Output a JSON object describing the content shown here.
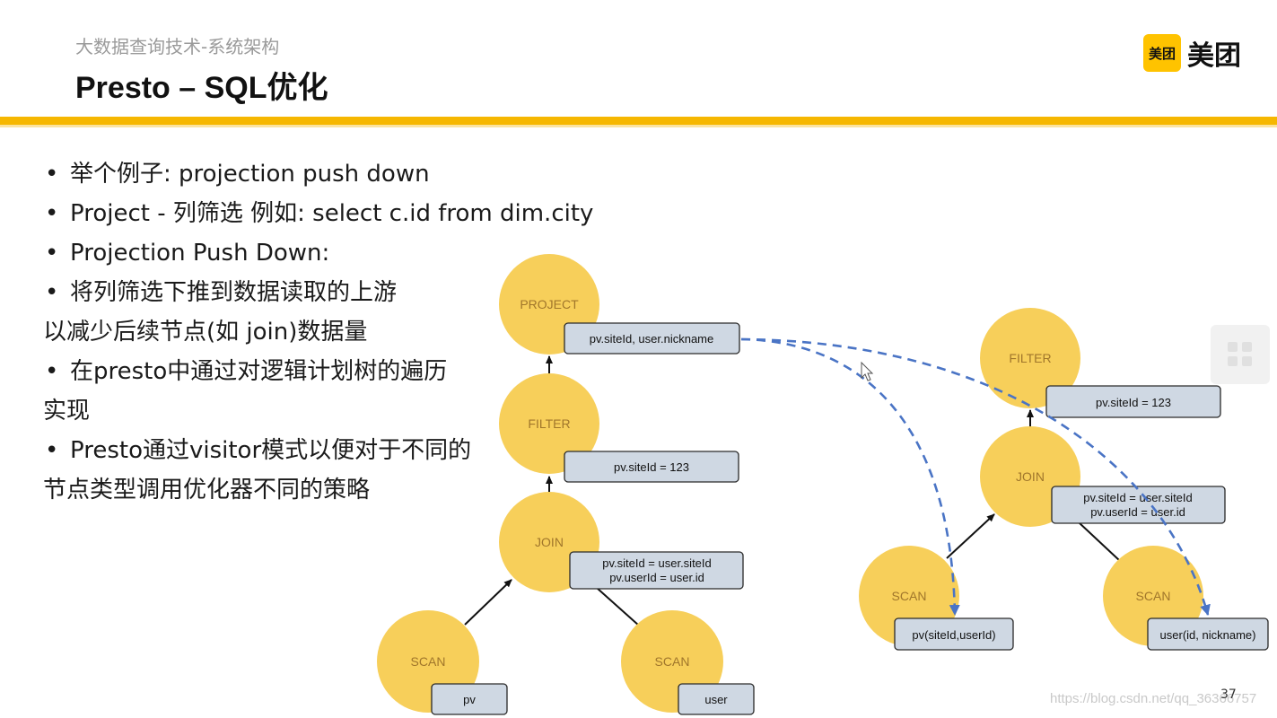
{
  "header": {
    "subtitle": "大数据查询技术-系统架构",
    "title": "Presto – SQL优化",
    "logo_badge": "美团",
    "logo_text": "美团"
  },
  "bullets": [
    {
      "bullet": "•",
      "text": "举个例子: projection push down"
    },
    {
      "bullet": "•",
      "text": "Project - 列筛选 例如: select c.id from dim.city"
    },
    {
      "bullet": "•",
      "text": "Projection Push Down:"
    },
    {
      "bullet": "•",
      "text": "将列筛选下推到数据读取的上游"
    },
    {
      "bullet": "",
      "text": "以减少后续节点(如 join)数据量"
    },
    {
      "bullet": "•",
      "text": "在presto中通过对逻辑计划树的遍历"
    },
    {
      "bullet": "",
      "text": "实现"
    },
    {
      "bullet": "•",
      "text": "Presto通过visitor模式以便对于不同的"
    },
    {
      "bullet": "",
      "text": "节点类型调用优化器不同的策略"
    }
  ],
  "left_tree": {
    "project": {
      "label": "PROJECT",
      "box": [
        "pv.siteId, user.nickname"
      ]
    },
    "filter": {
      "label": "FILTER",
      "box": [
        "pv.siteId = 123"
      ]
    },
    "join": {
      "label": "JOIN",
      "box": [
        "pv.siteId = user.siteId",
        "pv.userId = user.id"
      ]
    },
    "scan_left": {
      "label": "SCAN",
      "box": [
        "pv"
      ]
    },
    "scan_right": {
      "label": "SCAN",
      "box": [
        "user"
      ]
    }
  },
  "right_tree": {
    "filter": {
      "label": "FILTER",
      "box": [
        "pv.siteId = 123"
      ]
    },
    "join": {
      "label": "JOIN",
      "box": [
        "pv.siteId = user.siteId",
        "pv.userId = user.id"
      ]
    },
    "scan_left": {
      "label": "SCAN",
      "box": [
        "pv(siteId,userId)"
      ]
    },
    "scan_right": {
      "label": "SCAN",
      "box": [
        "user(id, nickname)"
      ]
    }
  },
  "colors": {
    "node_fill": "#f7cf5a",
    "box_fill": "#cfd8e3",
    "box_stroke": "#2a2a2a",
    "pushdown_arrow": "#4a74c5",
    "accent_bar": "#f6b700"
  },
  "footer": {
    "page_number": "37",
    "watermark": "https://blog.csdn.net/qq_36366757"
  }
}
